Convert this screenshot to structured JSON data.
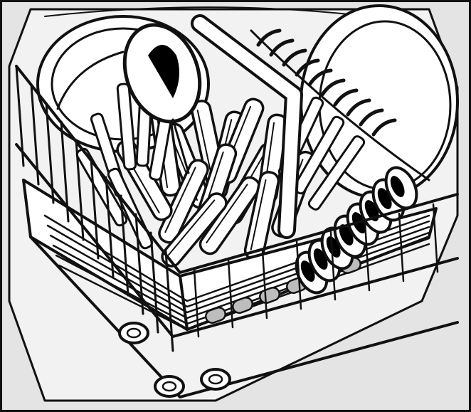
{
  "illustration": {
    "subject_icon": "cutlery-basket-icon",
    "colors": {
      "line": "#111111",
      "fill": "#ffffff",
      "background": "#e4e4e4",
      "shadow": "#000000"
    },
    "counts": {
      "spoons_in_basket": 8,
      "knife_handles": 14,
      "fork_handles": 9,
      "plates_rear": 2,
      "rack_tines_right": 10,
      "basket_slots": 6
    }
  }
}
